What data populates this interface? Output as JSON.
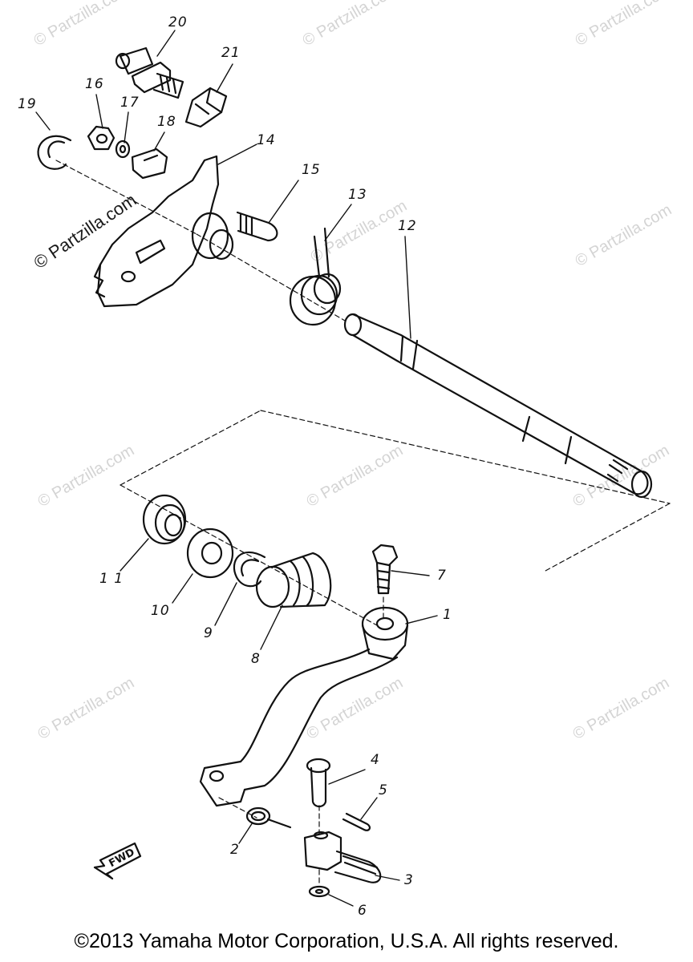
{
  "watermark": {
    "text": "© Partzilla.com",
    "copies": [
      {
        "id": "wm-1"
      },
      {
        "id": "wm-2"
      },
      {
        "id": "wm-3"
      },
      {
        "id": "wm-4"
      },
      {
        "id": "wm-5"
      },
      {
        "id": "wm-6"
      },
      {
        "id": "wm-7"
      },
      {
        "id": "wm-8"
      },
      {
        "id": "wm-9"
      },
      {
        "id": "wm-10"
      },
      {
        "id": "wm-11"
      },
      {
        "id": "wm-12"
      }
    ]
  },
  "callouts": {
    "p1": "1",
    "p2": "2",
    "p3": "3",
    "p4": "4",
    "p5": "5",
    "p6": "6",
    "p7": "7",
    "p8": "8",
    "p9": "9",
    "p10": "10",
    "p11": "1 1",
    "p12": "12",
    "p13": "13",
    "p14": "14",
    "p15": "15",
    "p16": "16",
    "p17": "17",
    "p18": "18",
    "p19": "19",
    "p20": "20",
    "p21": "21"
  },
  "direction_marker": "FWD",
  "footer": {
    "copyright": "©2013 Yamaha Motor Corporation, U.S.A. All rights reserved."
  }
}
